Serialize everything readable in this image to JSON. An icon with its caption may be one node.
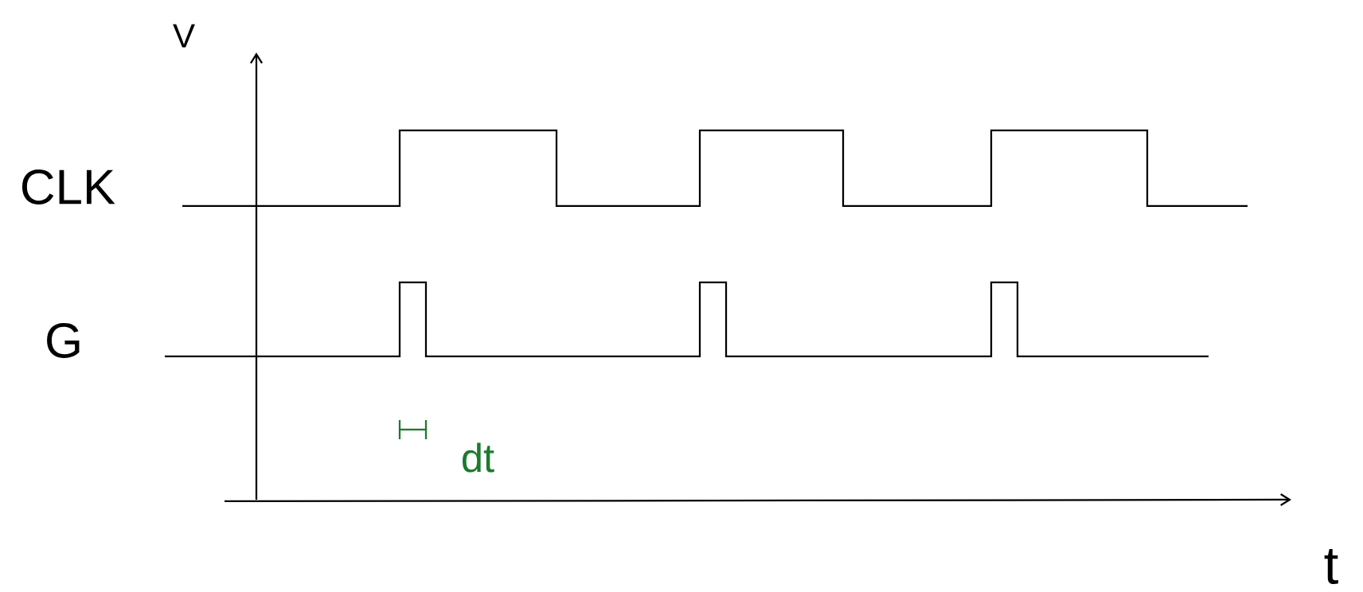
{
  "diagram": {
    "labels": [
      "V",
      "CLK",
      "G",
      "dt",
      "t"
    ]
  }
}
